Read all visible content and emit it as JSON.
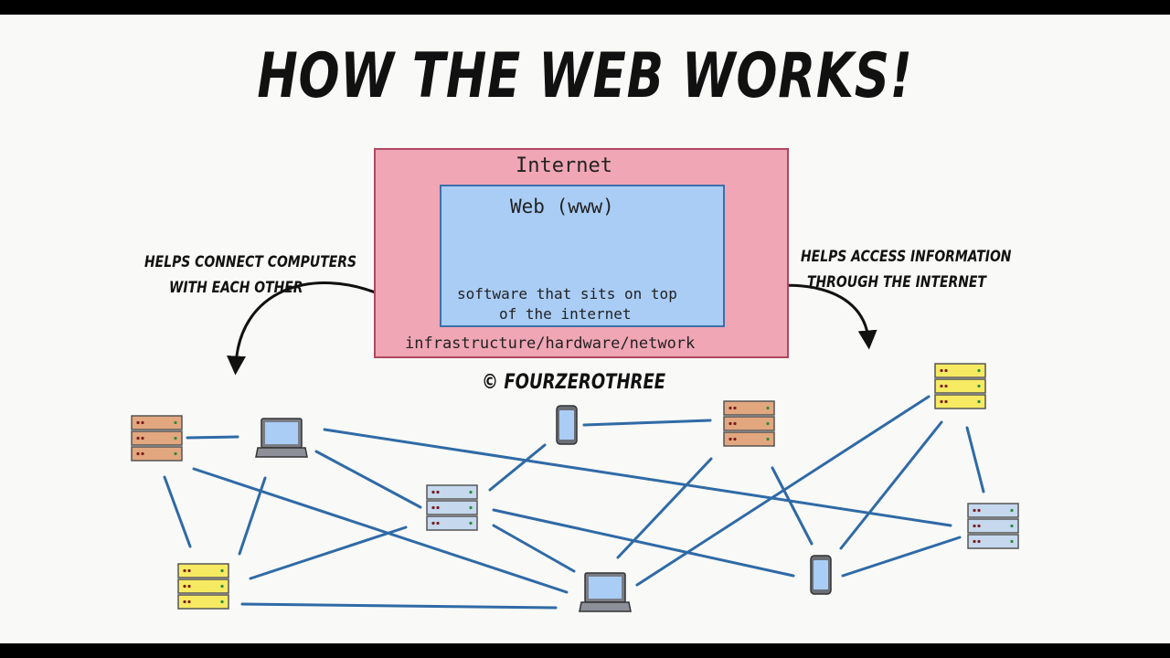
{
  "title": "HOW THE WEB WORKS!",
  "internet_box": {
    "label": "Internet",
    "footer": "infrastructure/hardware/network"
  },
  "web_box": {
    "label": "Web (www)",
    "description_line1": "software that sits on top",
    "description_line2": "of the internet"
  },
  "left_note": {
    "line1": "HELPS CONNECT COMPUTERS",
    "line2": "WITH EACH OTHER"
  },
  "right_note": {
    "line1": "HELPS ACCESS INFORMATION",
    "line2": "THROUGH THE INTERNET"
  },
  "credit": "© FOURZEROTHREE",
  "colors": {
    "internet_fill": "#f0a6b4",
    "web_fill": "#a9cdf5",
    "link_line": "#2f6aa6",
    "server_orange": "#e2a77f",
    "server_blue": "#c5d8ee",
    "server_yellow": "#f6ea62"
  },
  "network_nodes": [
    {
      "id": "orange-server-left",
      "kind": "server",
      "color": "server_orange"
    },
    {
      "id": "laptop-top-left",
      "kind": "laptop"
    },
    {
      "id": "phone-top",
      "kind": "phone"
    },
    {
      "id": "orange-server-center",
      "kind": "server",
      "color": "server_orange"
    },
    {
      "id": "yellow-server-top-right",
      "kind": "server",
      "color": "server_yellow"
    },
    {
      "id": "blue-server-center",
      "kind": "server",
      "color": "server_blue"
    },
    {
      "id": "blue-server-right",
      "kind": "server",
      "color": "server_blue"
    },
    {
      "id": "yellow-server-bottom-left",
      "kind": "server",
      "color": "server_yellow"
    },
    {
      "id": "laptop-bottom",
      "kind": "laptop"
    },
    {
      "id": "phone-bottom-right",
      "kind": "phone"
    }
  ]
}
